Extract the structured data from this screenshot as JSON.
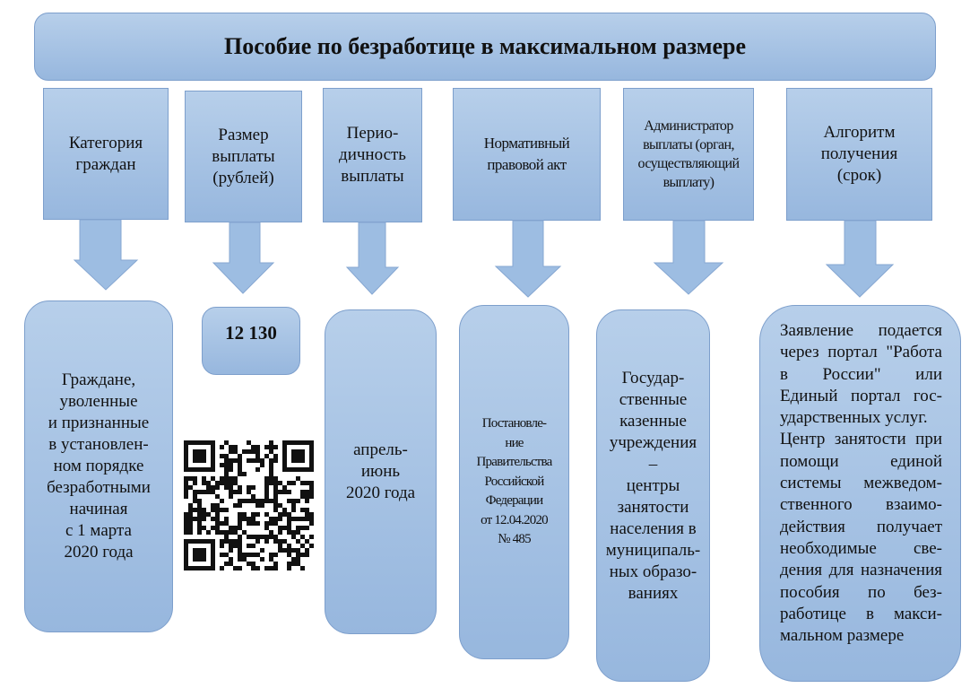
{
  "title": "Пособие по безработице в максимальном размере",
  "columns": [
    {
      "header": "Категория\nграждан",
      "value": "Граждане,\nуволенные\nи признанные\nв установлен-\nном порядке\nбезработными\nначиная\nс 1 марта\n2020 года"
    },
    {
      "header": "Размер\nвыплаты\n(рублей)",
      "value": "12 130"
    },
    {
      "header": "Перио-\nдичность\nвыплаты",
      "value": "апрель-\nиюнь\n2020 года"
    },
    {
      "header": "Нормативный\nправовой акт",
      "value": "Постановле-\nние\nПравительства\nРоссийской\nФедерации\nот 12.04.2020\n№ 485"
    },
    {
      "header": "Администратор\nвыплаты (орган,\nосуществляющий\nвыплату)",
      "value": "Государ-\nственные\nказенные\nучреждения\n–\nцентры\nзанятости\nнаселения в\nмуниципаль-\nных образо-\nваниях"
    },
    {
      "header": "Алгоритм\nполучения\n(срок)",
      "value": "Заявление подается через портал \"Рабо­та в России\" или Единый портал гос­ударственных услуг.\nЦентр занятости при помощи единой системы межведом­ственного взаимо­действия получает необходимые све­дения для назначе­ния пособия по без­работице в макси­мальном размере"
    }
  ],
  "colors": {
    "fill_top": "#b7cfea",
    "fill_bottom": "#97b7de",
    "border": "#7d9fcc"
  }
}
